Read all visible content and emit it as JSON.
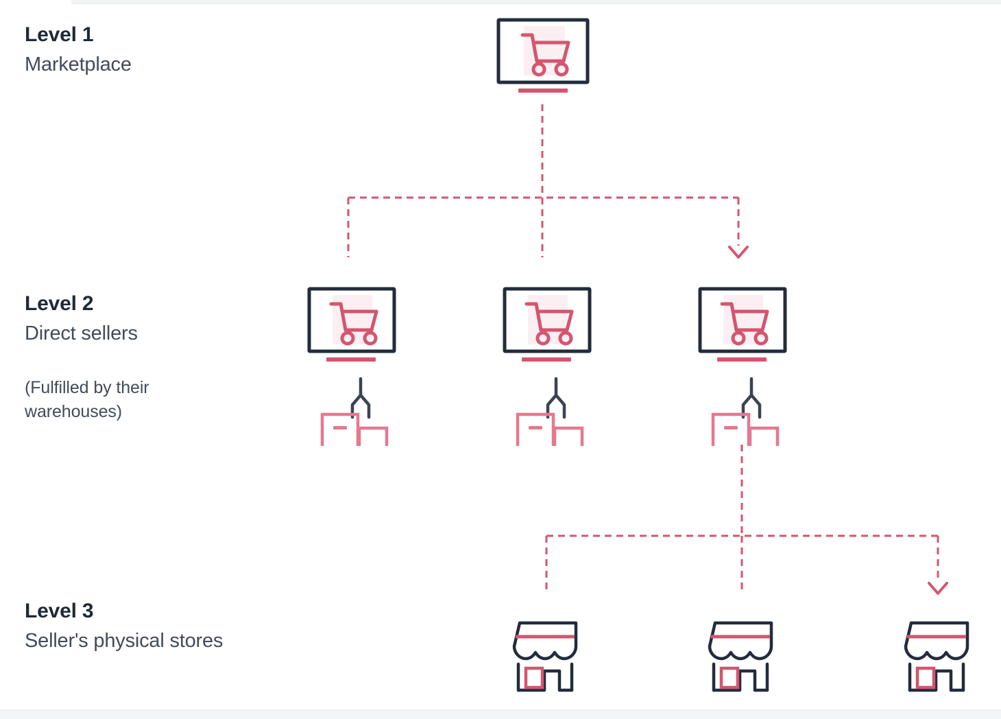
{
  "diagram": {
    "title_semantic": "marketplace-seller-hierarchy",
    "colors": {
      "navy": "#232c3d",
      "pink": "#d4556f",
      "pink_soft": "#e4798f",
      "pink_tint": "#fbeff2",
      "text_title": "#1f2937",
      "text_body": "#414b5a",
      "background": "#ffffff"
    },
    "levels": [
      {
        "id": "level-1",
        "title": "Level 1",
        "subtitle": "Marketplace",
        "note": "",
        "node_count": 1,
        "node_icon": "storefront-monitor-cart-icon"
      },
      {
        "id": "level-2",
        "title": "Level 2",
        "subtitle": "Direct sellers",
        "note": "(Fulfilled by their warehouses)",
        "node_count": 3,
        "node_icon": "storefront-monitor-cart-icon",
        "secondary_icon": "warehouse-crane-icon"
      },
      {
        "id": "level-3",
        "title": "Level 3",
        "subtitle": "Seller's physical stores",
        "note": "",
        "node_count": 3,
        "node_icon": "shop-awning-icon"
      }
    ],
    "connectors": {
      "style": "dashed",
      "color": "#d4556f",
      "dash_pattern": "10 7",
      "stroke_width": 3,
      "arrowhead": "chevron-down",
      "groups": [
        {
          "from": "level-1-node-1",
          "to": [
            "level-2-node-1",
            "level-2-node-2",
            "level-2-node-3"
          ],
          "arrow_on": [
            "level-2-node-3"
          ]
        },
        {
          "from": "level-2-node-3",
          "to": [
            "level-3-node-1",
            "level-3-node-2",
            "level-3-node-3"
          ],
          "arrow_on": [
            "level-3-node-3"
          ]
        }
      ]
    }
  }
}
